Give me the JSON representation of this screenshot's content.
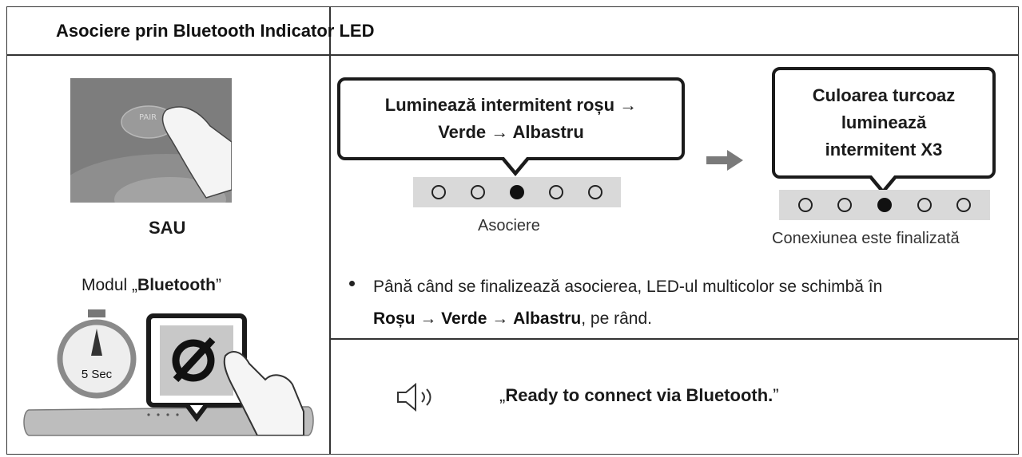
{
  "header": {
    "title": "Asociere prin Bluetooth Indicator LED"
  },
  "left": {
    "sau": "SAU",
    "mode_prefix": "Modul „",
    "mode_name": "Bluetooth",
    "mode_suffix": "”",
    "timer_label": "5 Sec",
    "button_text": "PAIR"
  },
  "pairing": {
    "callout_line1": "Luminează intermitent roșu →",
    "callout_line2": "Verde → Albastru",
    "caption": "Asociere",
    "leds": [
      false,
      false,
      true,
      false,
      false
    ]
  },
  "connected": {
    "callout_line1": "Culoarea turcoaz",
    "callout_line2": "luminează",
    "callout_line3": "intermitent X3",
    "caption": "Conexiunea este finalizată",
    "leds": [
      false,
      false,
      true,
      false,
      false
    ]
  },
  "note": {
    "text1": "Până când se finalizează asocierea, LED-ul multicolor se schimbă în",
    "c1": "Roșu",
    "sep1": " → ",
    "c2": "Verde",
    "sep2": " → ",
    "c3": "Albastru",
    "tail": ", pe rând."
  },
  "voice": {
    "open": "„",
    "message": "Ready to connect via Bluetooth.",
    "close": "”"
  },
  "colors": {
    "border": "#333333",
    "led_strip": "#d9d9d9",
    "arrow": "#7a7a7a"
  }
}
